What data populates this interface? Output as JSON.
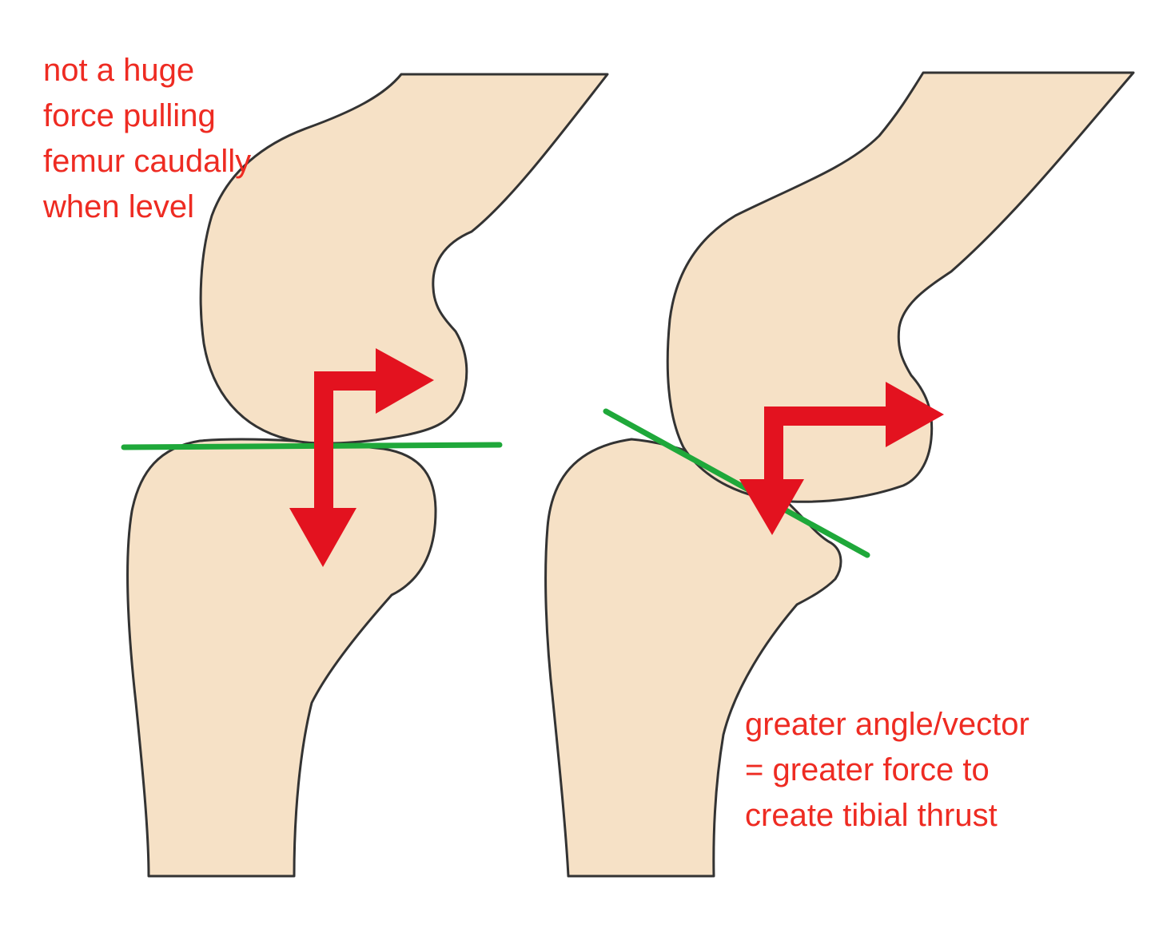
{
  "annotations": {
    "left": {
      "lines": [
        "not a huge",
        "force pulling",
        "femur caudally",
        "when level"
      ]
    },
    "right": {
      "lines": [
        "greater angle/vector",
        "= greater force to",
        "create tibial thrust"
      ]
    }
  },
  "colors": {
    "bone_fill": "#f6e1c6",
    "bone_outline": "#333333",
    "force_arrow": "#e3121f",
    "joint_line": "#1fa83a",
    "annotation_text": "#ee2b22"
  },
  "figures": [
    {
      "name": "level-joint",
      "joint_line": "level",
      "force_arrows": [
        "cranial",
        "caudal"
      ]
    },
    {
      "name": "sloped-joint",
      "joint_line": "sloped",
      "force_arrows": [
        "cranial",
        "caudal"
      ]
    }
  ]
}
